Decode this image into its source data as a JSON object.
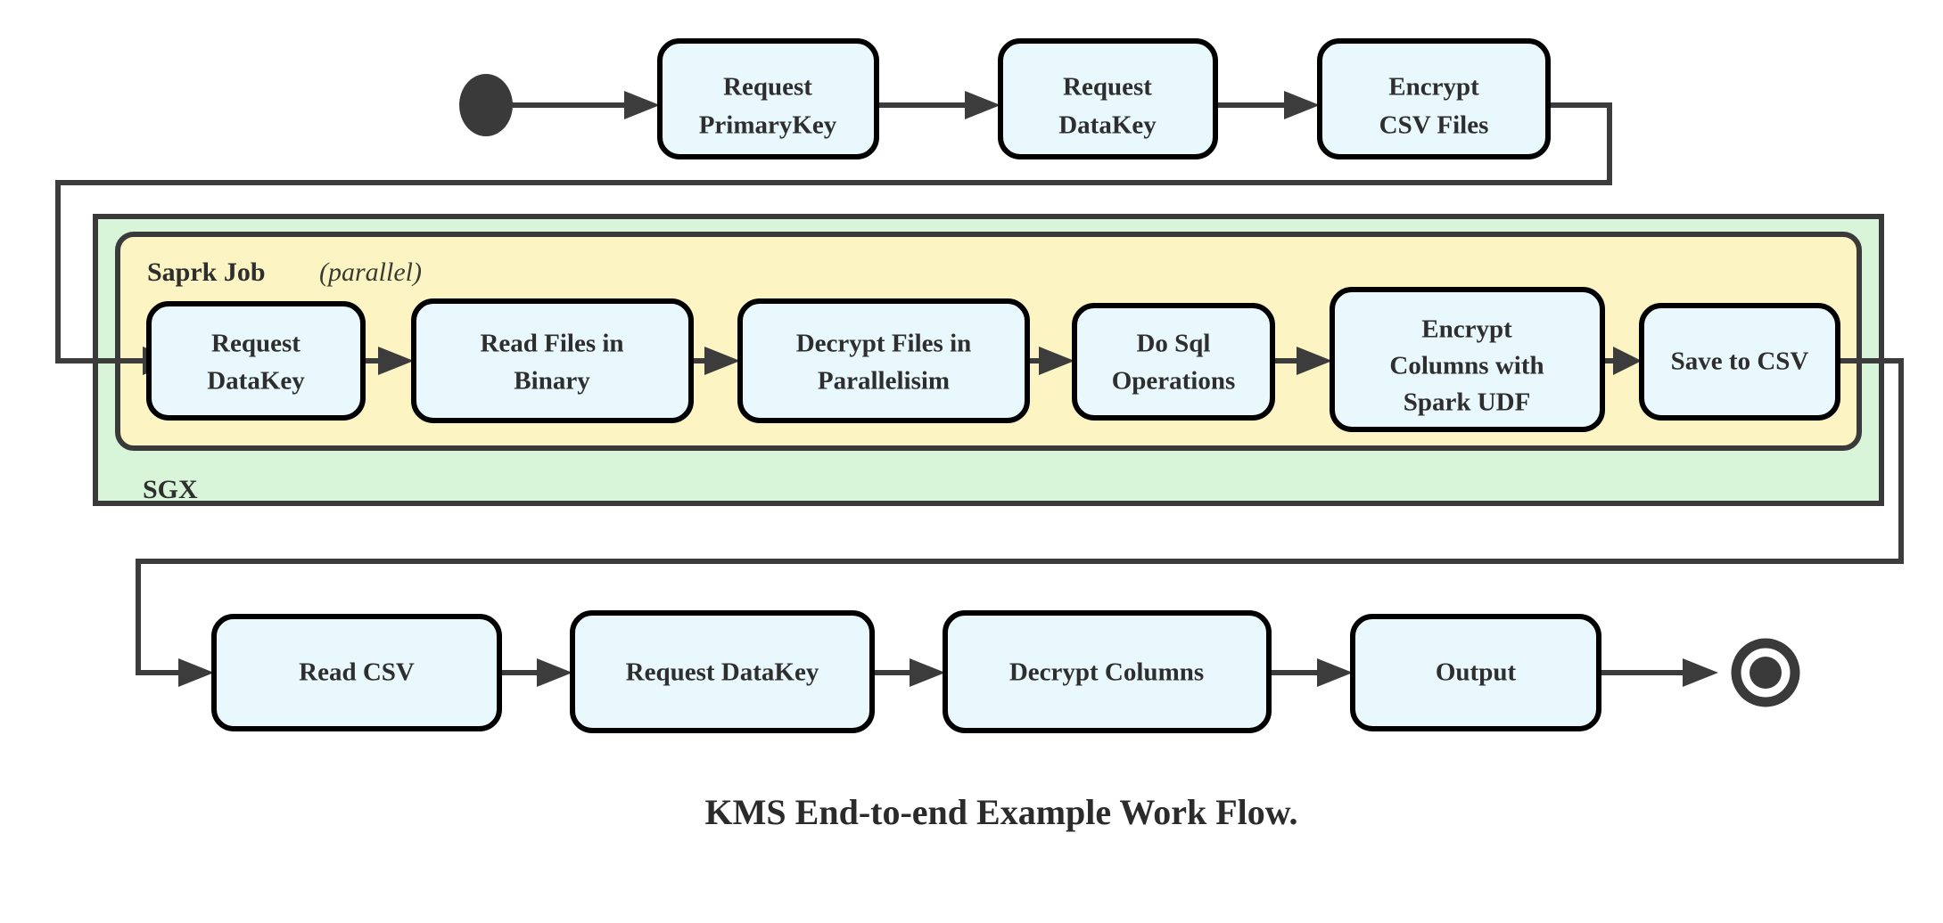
{
  "caption": "KMS End-to-end Example Work Flow.",
  "colors": {
    "activity_fill": "#e8f8fd",
    "activity_stroke": "#000000",
    "sgx_fill": "#d8f5da",
    "spark_fill": "#fcf5c3",
    "container_stroke": "#3a3a3a",
    "edge_stroke": "#3c3c3c",
    "text": "#2e2e2e",
    "background": "#ffffff"
  },
  "containers": {
    "sgx": {
      "label": "SGX"
    },
    "spark": {
      "label_bold": "Saprk Job",
      "label_italic": "(parallel)"
    }
  },
  "nodes": {
    "start": {
      "name": "start-node"
    },
    "end": {
      "name": "end-node"
    },
    "top_row": [
      {
        "line1": "Request",
        "line2": "PrimaryKey"
      },
      {
        "line1": "Request",
        "line2": "DataKey"
      },
      {
        "line1": "Encrypt",
        "line2": "CSV Files"
      }
    ],
    "spark_row": [
      {
        "line1": "Request",
        "line2": "DataKey",
        "line3": ""
      },
      {
        "line1": "Read Files in",
        "line2": "Binary",
        "line3": ""
      },
      {
        "line1": "Decrypt Files in",
        "line2": "Parallelisim",
        "line3": ""
      },
      {
        "line1": "Do Sql",
        "line2": "Operations",
        "line3": ""
      },
      {
        "line1": "Encrypt",
        "line2": "Columns with",
        "line3": "Spark UDF"
      },
      {
        "line1": "Save to CSV",
        "line2": "",
        "line3": ""
      }
    ],
    "bottom_row": [
      {
        "line1": "Read CSV"
      },
      {
        "line1": "Request DataKey"
      },
      {
        "line1": "Decrypt Columns"
      },
      {
        "line1": "Output"
      }
    ]
  }
}
